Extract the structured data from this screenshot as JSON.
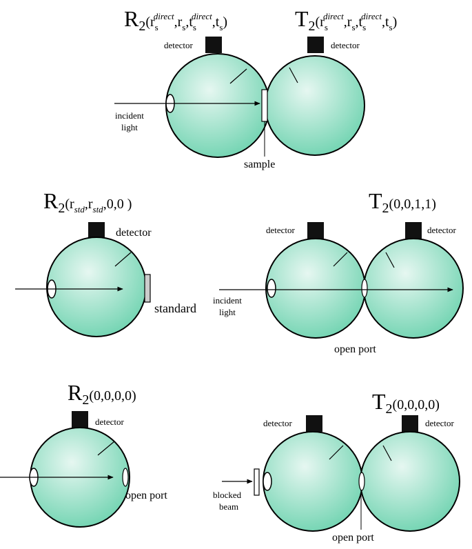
{
  "colors": {
    "sphere_fill_light": "#e6f7f1",
    "sphere_fill_dark": "#6fd3b0",
    "detector": "#111111",
    "port": "#ffffff",
    "stroke": "#000000"
  },
  "panels": {
    "top": {
      "R_main": "R",
      "R_sub": "2",
      "R_args": [
        "(r",
        "direct",
        ",r",
        ",t",
        "direct",
        ",t",
        ")"
      ],
      "T_main": "T",
      "T_sub": "2",
      "s": "s",
      "detector_left": "detector",
      "detector_right": "detector",
      "incident_1": "incident",
      "incident_2": "light",
      "sample": "sample"
    },
    "mid_left": {
      "R_main": "R",
      "R_sub": "2",
      "args_open": "(r",
      "std": "std",
      "comma": ",r",
      "args_close": ",0,0 )",
      "detector": "detector",
      "standard": "standard"
    },
    "mid_right": {
      "T_main": "T",
      "T_sub": "2",
      "args": "(0,0,1,1)",
      "detector_left": "detector",
      "detector_right": "detector",
      "incident_1": "incident",
      "incident_2": "light",
      "open_port": "open port"
    },
    "bottom_left": {
      "R_main": "R",
      "R_sub": "2",
      "args": "(0,0,0,0)",
      "detector": "detector",
      "open_port": "open port"
    },
    "bottom_right": {
      "T_main": "T",
      "T_sub": "2",
      "args": "(0,0,0,0)",
      "detector_left": "detector",
      "detector_right": "detector",
      "blocked_1": "blocked",
      "blocked_2": "beam",
      "open_port": "open port"
    }
  }
}
